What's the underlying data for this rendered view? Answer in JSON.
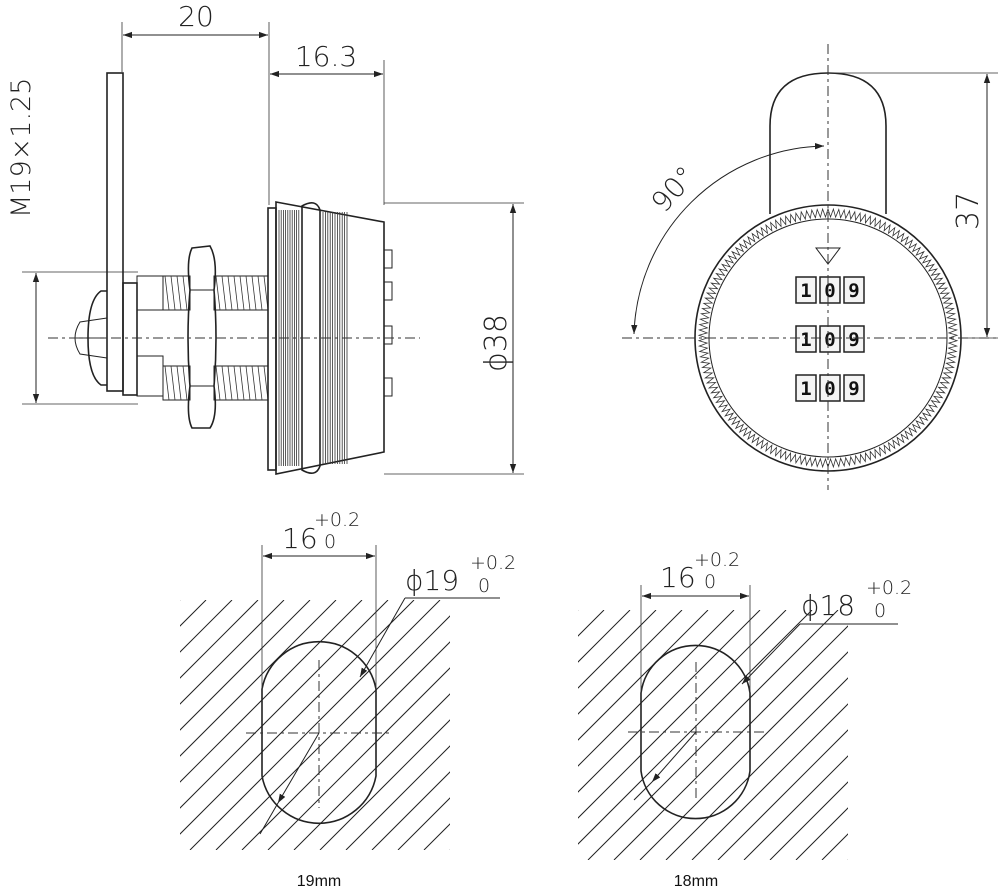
{
  "dimensions": {
    "shaft_length": "20",
    "dial_depth": "16.3",
    "thread": "M19×1.25",
    "dial_diameter": "ϕ38",
    "height": "37",
    "rotation": "90°"
  },
  "dial": {
    "marker_icon": "triangle-down-icon",
    "wheels": [
      [
        "1",
        "0",
        "9"
      ],
      [
        "1",
        "0",
        "9"
      ],
      [
        "1",
        "0",
        "9"
      ]
    ]
  },
  "cutouts": [
    {
      "flat_width": "16",
      "flat_tol_upper": "+0.2",
      "flat_tol_lower": "0",
      "diameter": "ϕ19",
      "dia_tol_upper": "+0.2",
      "dia_tol_lower": "0",
      "caption": "19mm"
    },
    {
      "flat_width": "16",
      "flat_tol_upper": "+0.2",
      "flat_tol_lower": "0",
      "diameter": "ϕ18",
      "dia_tol_upper": "+0.2",
      "dia_tol_lower": "0",
      "caption": "18mm"
    }
  ]
}
